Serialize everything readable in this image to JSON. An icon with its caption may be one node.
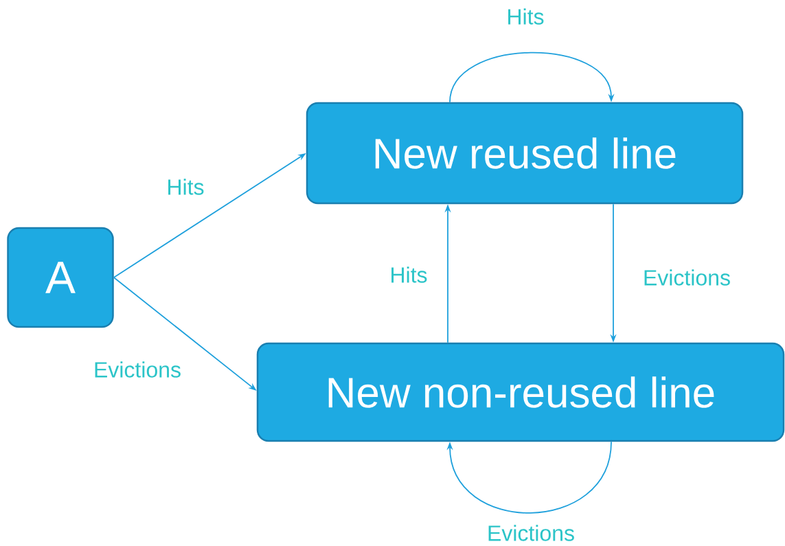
{
  "diagram": {
    "nodes": [
      {
        "text": [
          "A"
        ]
      },
      {
        "text": [
          "New reused line"
        ]
      },
      {
        "text": [
          "New non-reused line"
        ]
      }
    ],
    "edges": [
      {
        "from": 0,
        "to": 1,
        "arrow": "to",
        "label": "Hits"
      },
      {
        "from": 0,
        "to": 2,
        "arrow": "to",
        "label": "Evictions"
      },
      {
        "from": 1,
        "to": 1,
        "arrow": "to",
        "label": "Hits"
      },
      {
        "from": 2,
        "to": 1,
        "arrow": "to",
        "label": "Hits"
      },
      {
        "from": 1,
        "to": 2,
        "arrow": "to",
        "label": "Evictions"
      },
      {
        "from": 2,
        "to": 2,
        "arrow": "to",
        "label": "Evictions"
      }
    ]
  }
}
